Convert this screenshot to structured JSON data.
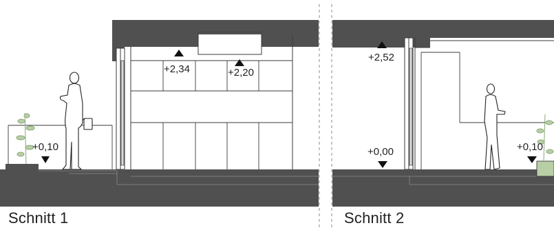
{
  "sections": [
    {
      "title": "Schnitt 1",
      "levels": [
        {
          "label": "+0,10",
          "marker": "down"
        },
        {
          "label": "+2,34",
          "marker": "up"
        },
        {
          "label": "+2,20",
          "marker": "up"
        }
      ]
    },
    {
      "title": "Schnitt 2",
      "levels": [
        {
          "label": "+2,52",
          "marker": "up"
        },
        {
          "label": "+0,00",
          "marker": "down"
        },
        {
          "label": "+0,10",
          "marker": "down"
        }
      ]
    }
  ],
  "colors": {
    "concrete": "#505050",
    "line": "#3a3a3a",
    "light_line": "#9a9a9a",
    "planting": "#b8cfa6",
    "divider": "#8a8a8a"
  }
}
